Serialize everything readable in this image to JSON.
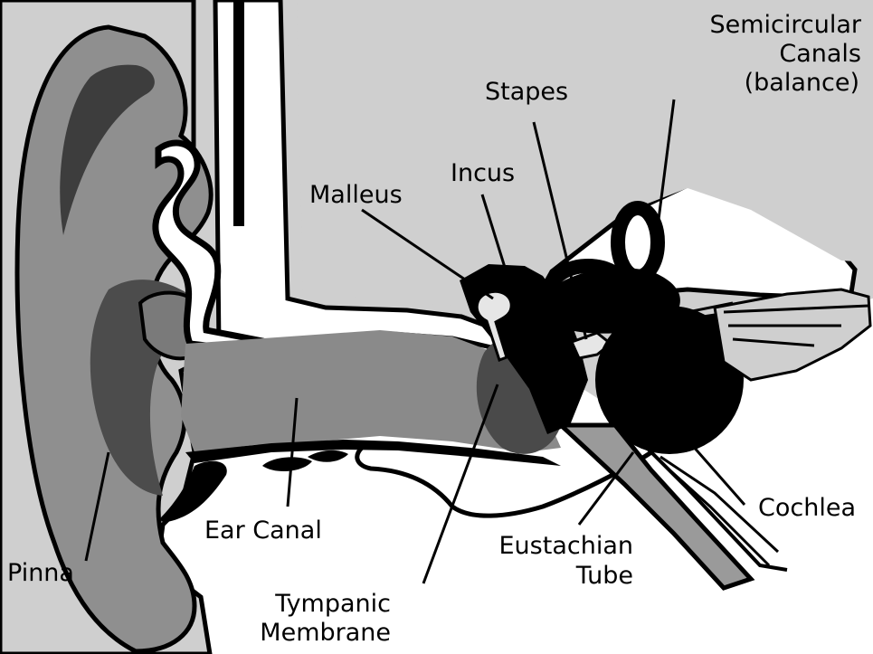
{
  "labels": {
    "semicircular_line1": "Semicircular",
    "semicircular_line2": "Canals",
    "semicircular_line3": "(balance)",
    "stapes": "Stapes",
    "incus": "Incus",
    "malleus": "Malleus",
    "cochlea": "Cochlea",
    "eustachian_line1": "Eustachian",
    "eustachian_line2": "Tube",
    "ear_canal": "Ear Canal",
    "tympanic_line1": "Tympanic",
    "tympanic_line2": "Membrane",
    "pinna": "Pinna"
  },
  "colors": {
    "background": "#ffffff",
    "bone": "#cfcfcf",
    "tissue": "#8f8f8f",
    "structures": "#000000"
  }
}
